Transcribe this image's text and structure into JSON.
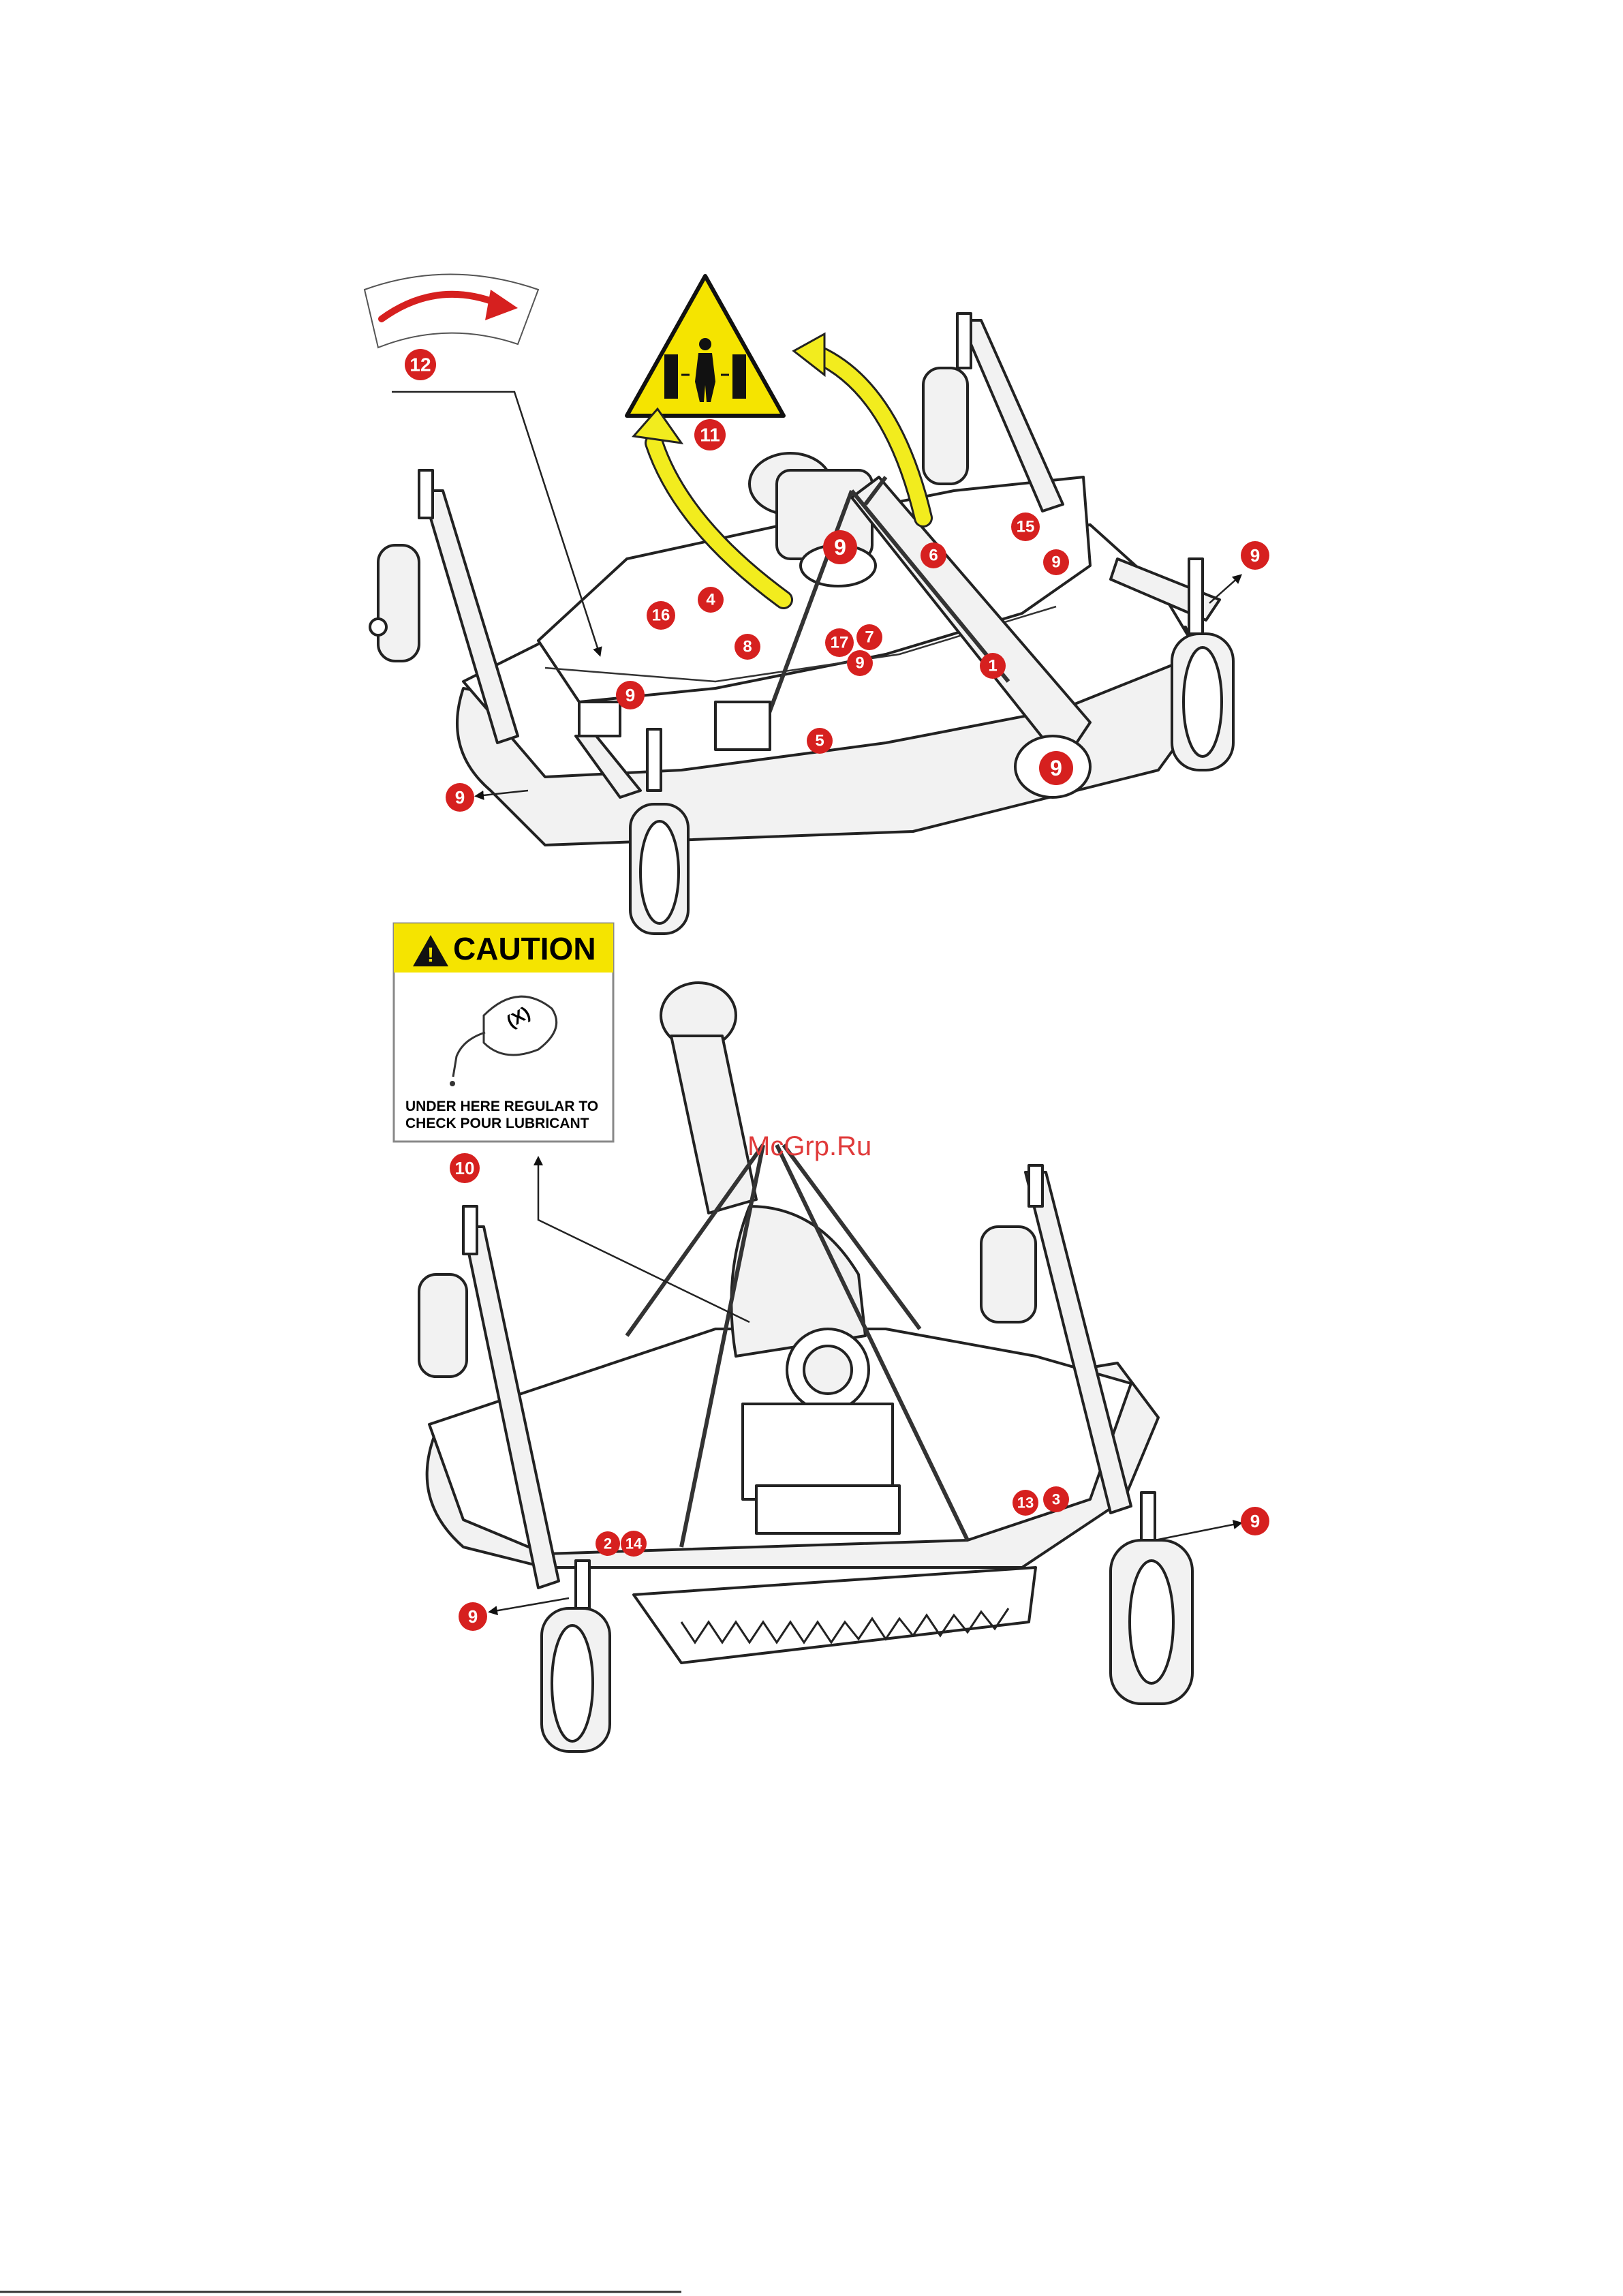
{
  "decals": {
    "caution": {
      "header": "CAUTION",
      "symbol_label": "(X)",
      "message_line1": "UNDER HERE REGULAR TO",
      "message_line2": "CHECK POUR LUBRICANT"
    }
  },
  "callouts": {
    "c1": "1",
    "c2": "2",
    "c3": "3",
    "c4": "4",
    "c5": "5",
    "c6": "6",
    "c7": "7",
    "c8": "8",
    "c9": "9",
    "c10": "10",
    "c11": "11",
    "c12": "12",
    "c13": "13",
    "c14": "14",
    "c15": "15",
    "c16": "16",
    "c17": "17"
  },
  "watermark": "McGrp.Ru",
  "colors": {
    "callout_red": "#d6201f",
    "warning_yellow": "#f5e400",
    "arrow_yellow": "#f2ec1e",
    "rotation_arrow_red": "#d6201f",
    "caution_band": "#f5e400"
  }
}
